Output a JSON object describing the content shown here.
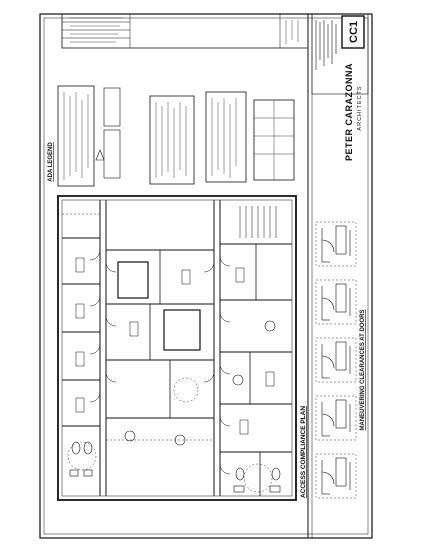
{
  "sheet": {
    "firm_name": "PETER CARAZONNA",
    "firm_subtitle": "ARCHITECTS",
    "sheet_number": "CC1",
    "plan_title": "ACCESS COMPLIANCE PLAN",
    "detail_title": "MANEUVERING CLEARANCES AT DOORS",
    "legend_title": "ADA LEGEND"
  },
  "colors": {
    "ink": "#111111",
    "paper": "#ffffff"
  }
}
